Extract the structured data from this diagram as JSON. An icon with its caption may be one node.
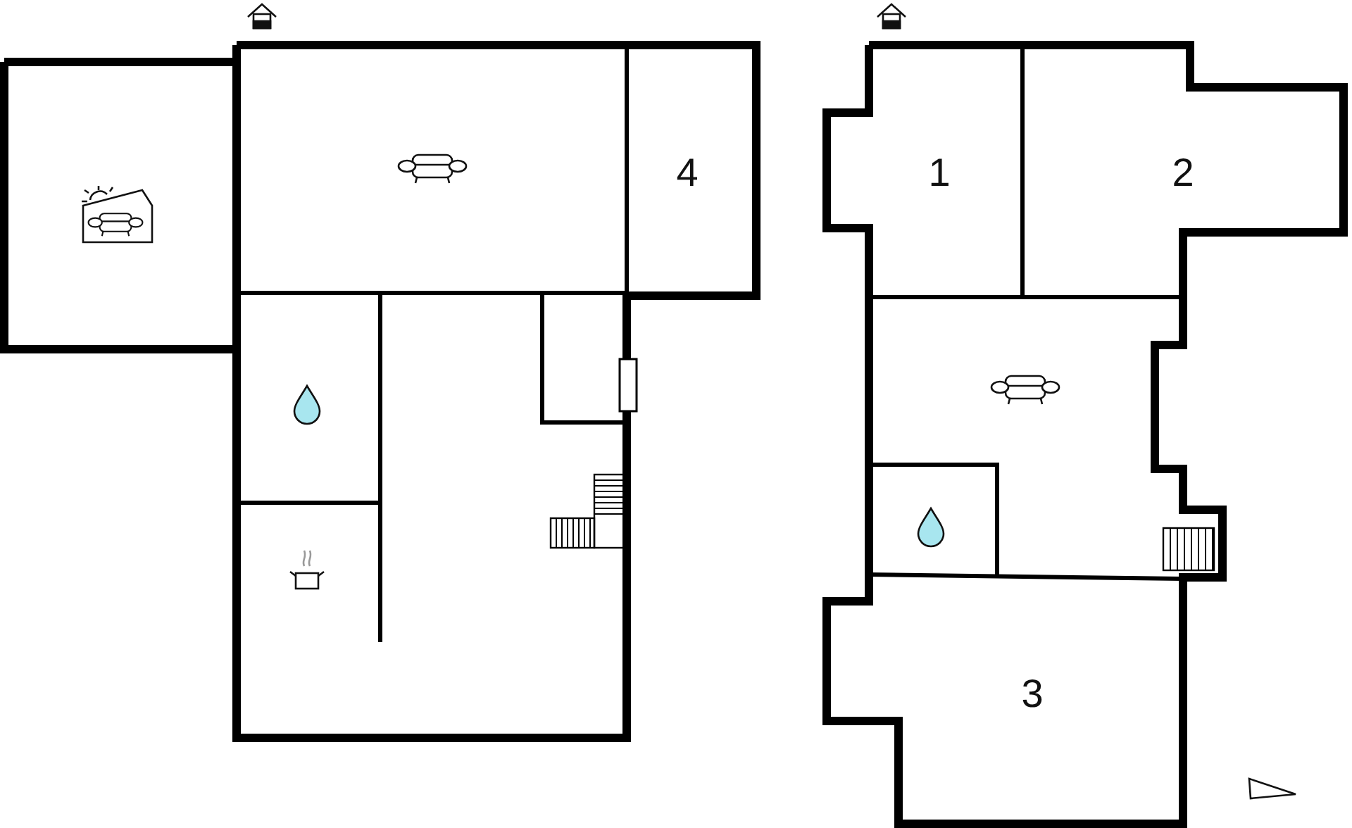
{
  "diagram": {
    "labels": [
      "4",
      "1",
      "2",
      "3"
    ]
  }
}
